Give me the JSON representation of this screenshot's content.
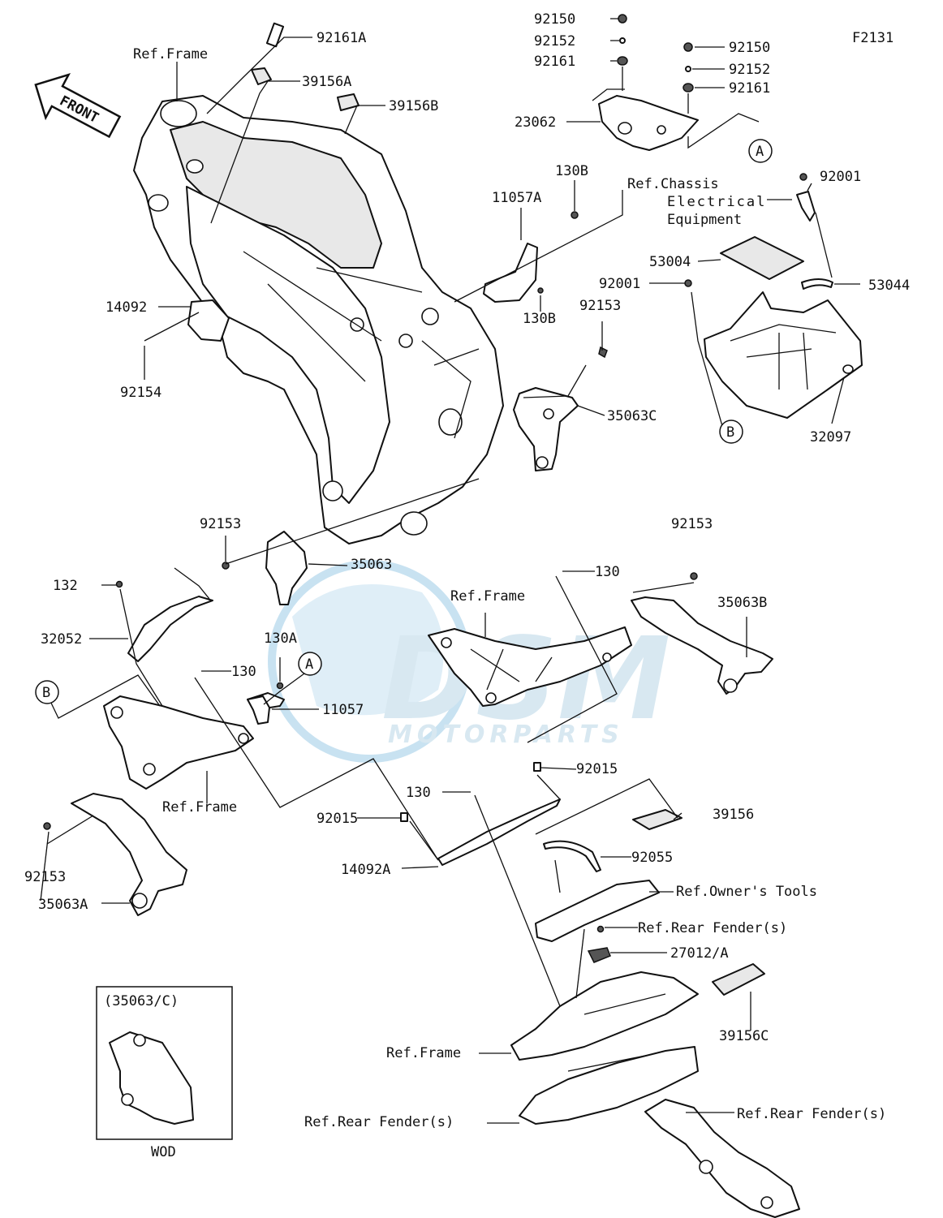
{
  "diagram_code": "F2131",
  "front_arrow_text": "FRONT",
  "watermark": {
    "brand": "DSM",
    "sub": "MOTORPARTS",
    "color": "#9ccbe6"
  },
  "inset": {
    "header": "(35063/C)",
    "footer": "WOD"
  },
  "callouts": {
    "ref_frame": "Ref.Frame",
    "ref_chassis_1": "Ref.Chassis",
    "ref_chassis_2": "Electrical",
    "ref_chassis_3": "Equipment",
    "ref_owners_tools": "Ref.Owner's Tools",
    "ref_rear_fender": "Ref.Rear Fender(s)",
    "marker_a": "A",
    "marker_b": "B"
  },
  "part_numbers": {
    "p92161A": "92161A",
    "p39156A": "39156A",
    "p39156B": "39156B",
    "p92150": "92150",
    "p92152": "92152",
    "p92161": "92161",
    "p23062": "23062",
    "p130B": "130B",
    "p11057A": "11057A",
    "p92001": "92001",
    "p53004": "53004",
    "p53044": "53044",
    "p14092": "14092",
    "p92154": "92154",
    "p92153": "92153",
    "p35063C": "35063C",
    "p32097": "32097",
    "p35063": "35063",
    "p132": "132",
    "p32052": "32052",
    "p130": "130",
    "p130A": "130A",
    "p11057": "11057",
    "p35063B": "35063B",
    "p92015": "92015",
    "p39156": "39156",
    "p14092A": "14092A",
    "p92055": "92055",
    "p27012A": "27012/A",
    "p39156C": "39156C",
    "p35063A": "35063A"
  }
}
